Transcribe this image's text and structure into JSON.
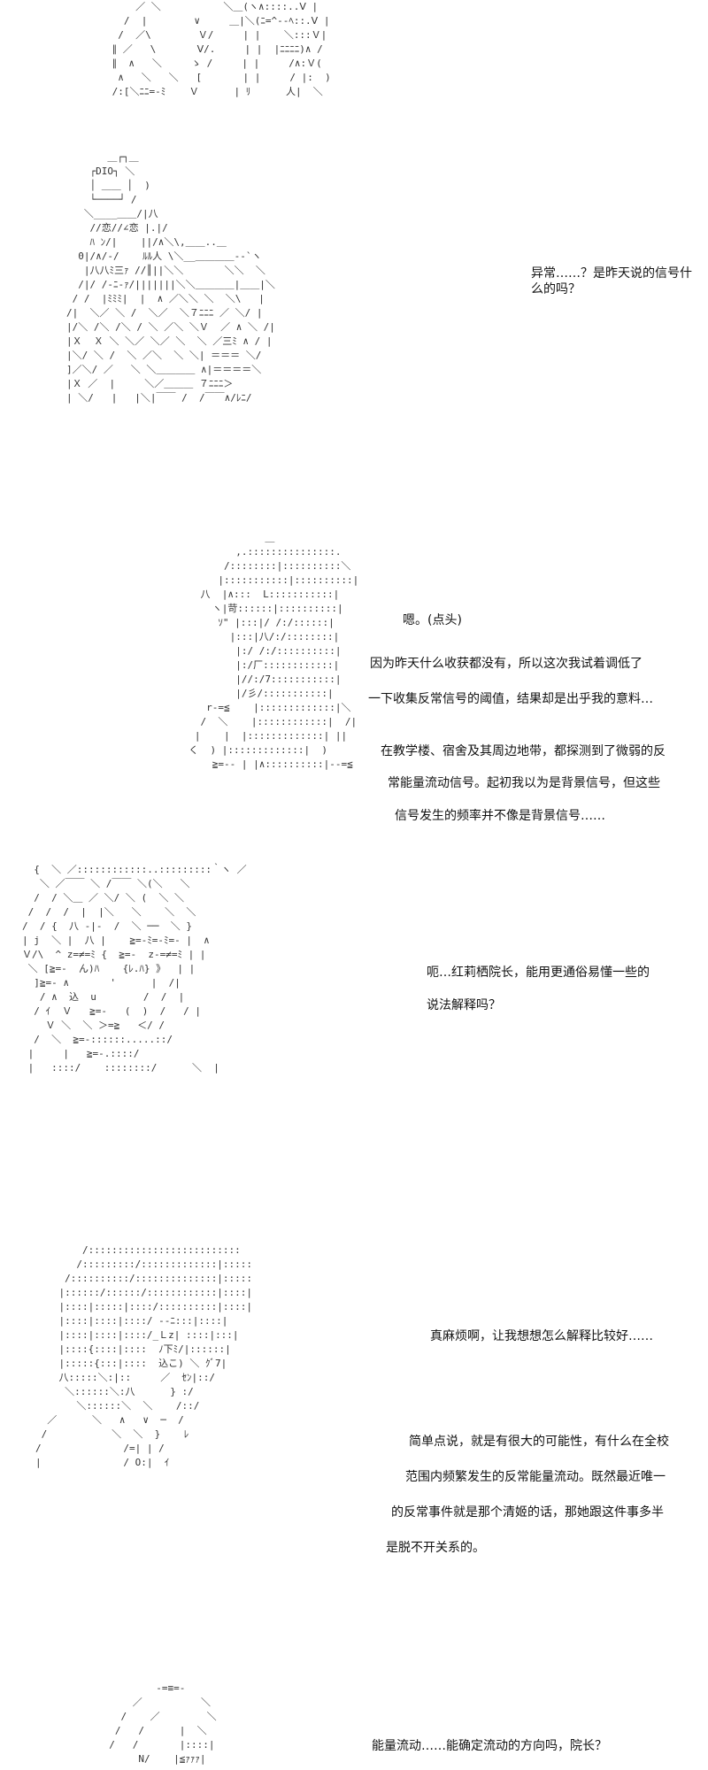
{
  "dialogue": [
    {
      "text": "异常……？是昨天说的信号什么的吗？"
    },
    {
      "text": "嗯。(点头)"
    },
    {
      "text": "因为昨天什么收获都没有，所以这次我试着调低了"
    },
    {
      "text": "一下收集反常信号的阈值，结果却是出乎我的意料…"
    },
    {
      "text": "在教学楼、宿舍及其周边地带，都探测到了微弱的反"
    },
    {
      "text": "常能量流动信号。起初我以为是背景信号，但这些"
    },
    {
      "text": "信号发生的频率并不像是背景信号……"
    },
    {
      "text": "呃…红莉栖院长，能用更通俗易懂一些的"
    },
    {
      "text": "说法解释吗？"
    },
    {
      "text": "真麻烦啊，让我想想怎么解释比较好……"
    },
    {
      "text": "简单点说，就是有很大的可能性，有什么在全校"
    },
    {
      "text": "范围内频繁发生的反常能量流动。既然最近唯一"
    },
    {
      "text": "的反常事件就是那个清姬的话，那她跟这件事多半"
    },
    {
      "text": "是脱不开关系的。"
    },
    {
      "text": "能量流动……能确定流动的方向吗，院长？"
    }
  ],
  "art": {
    "top": "     ／ ＼        　 ＼＿(ヽ∧::::..Ⅴ |\n   /  |        ∨     ＿|＼(ﾆ=^‐-ﾍ::.Ⅴ |\n  /  ／\\        Ｖ/     | |    ＼:::Ｖ|\n ∥ ／   \\       Ⅴ/.     | |  |ﾆﾆﾆﾆ)∧ /\n ∥  ∧   ＼     ゝ /     | |     /∧:Ｖ(\n  ∧   ＼   ＼   [       | |     / |:  )\n /:[＼ﾆﾆ=-ﾐ    Ｖ      | ﾘ      人|  ＼",
    "dio": "       ＿┌┐＿\n    ┌DIO┐ ＼\n    │ ＿＿ │  )\n    └────┘ /\n   ＼____＿＿/|八\n    //恋//∠恋 |.|/\n    ﾊ ﾝ/|    ||/∧＼\\,＿＿..＿\n  0|/∧/-/    ﾙﾙ人 \\＼__＿＿＿＿‐‐`ヽ\n   |八八ﾐ三ｧ //║||＼＼       ＼＼  ＼\n  /|/ /-ﾆ-ｧ/|||||||＼＼＿＿＿＿|＿＿|＼\n / /  |ﾐﾐﾐ|  |  ∧ ／＼＼ ＼  ＼\\   |\n/|  ＼／ ＼ /  ＼／  ＼７ﾆﾆﾆ ／ ＼/ |\n|/＼ /＼ /＼ / ＼ ／＼ ＼Ｖ  ／ ∧ ＼ /|\n|Ｘ  Ｘ ＼ ＼／ ＼／ ＼  ＼ ／三ﾐ ∧ / |\n|＼/ ＼ /  ＼ ／＼  ＼ ＼| ＝＝＝ ＼/\n]／＼/ ／   ＼ ＼＿＿＿＿ ∧|＝＝＝＝＼\n|Ｘ ／  |     ＼／＿＿＿ ７ﾆﾆﾆ＞\n| ＼/   |   |＼|￣￣ /  /￣￣∧/ﾚﾆ/",
    "kurisu": "               ＿\n          ,.:::::::::::::::.\n        /::::::::|::::::::::＼\n       |:::::::::::|::::::::::|\n    八  |∧:::  L:::::::::::|\n      ヽ|苛::::::|::::::::::|\n       ｿ\" |:::|/ /:/::::::|\n         |:::|八/:/::::::::|\n          |:/ /:/::::::::::|\n          |:/厂::::::::::::|\n          |//:/7:::::::::::|\n          |/彡/:::::::::::|\n     r‐=≦    |:::::::::::::|＼\n    /  ＼    |::::::::::::|  /|\n   |    |  |:::::::::::::| ||\n  く  ) |:::::::::::::|  )\n      ≧=-- | |∧::::::::::|--=≦",
    "boy": "  {  ＼ ／::::::::::::..:::::::::｀ヽ ／\n   ＼ ／￣￣ ＼ /￣￣ ＼(＼   ＼\n  /  / ＼＿ ／ ＼/ ＼ (  ＼ ＼\n /  /  /  |  |＼   ＼    ＼  ＼\n/  / {  八 ‐|‐  /  ＼ ──  ＼ }\n| j  ＼ |  八 |    ≧=-ﾐ=-ﾐ=- |  ∧\nＶ/\\  ^ z=≠=ﾐ {  ≧=-  z-=≠=ﾐ | |\n ＼ [≧=-  ん)ﾊ    {ﾚ.ﾊ} 》  | |\n  ]≧=- ∧       '      |  /|\n   / ∧  込  u        /  /  |\n  / ｲ  Ｖ   ≧=-   (  )  /   / |\n    Ｖ ＼  ＼ ＞=≧   ＜/ /\n  /  ＼  ≧=-::::::.....::/\n |     |   ≧=-.::::/\n |   ::::/    ::::::::/      ＼  |",
    "kurisu2": "        /::::::::::::::::::::::::::\n       /:::::::::/:::::::::::::|:::::\n     /::::::::::/::::::::::::::|:::::\n    |::::::/::::::/::::::::::::|::::|\n    |::::|:::::|::::/::::::::::|::::|\n    |::::|::::|::::/ ‐-ﾆ:::|::::|\n    |::::|::::|::::/_Ｌz| ::::|:::|\n    |::::{::::|::::  ﾉ下ﾐ/|::::::|\n    |:::::{:::|::::  込こ) ＼ ｸﾞ7|\n    八:::::＼:|::     ／  ｾﾝ|::/\n     ＼::::::＼:八      } :/\n       ＼::::::＼  ＼    /::/\n  ／      ＼   ∧   ∨  ─  /\n /           ＼  ＼  }    ﾚ\n/              /=| | /\n|              / O:|  ｲ",
    "bottom": "          ‐=≡=-\n      ／          ＼\n    /    ／        ＼\n   /   /      |  ＼\n  /   /       |::::|\n       N/    |≦ｧｧｧ|"
  }
}
